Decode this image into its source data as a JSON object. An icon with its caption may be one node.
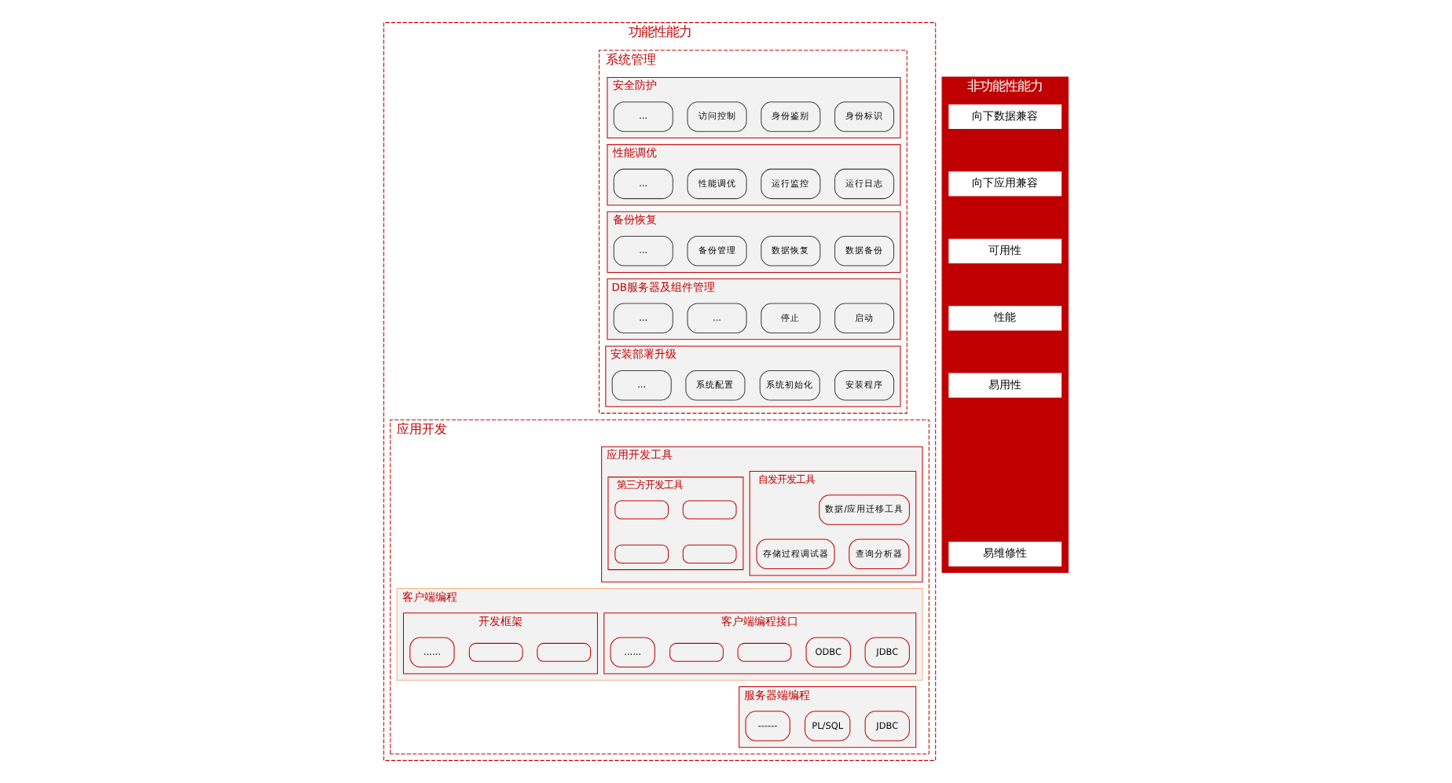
{
  "diagram": {
    "nodes": [
      {
        "text": [
          "功能性能力"
        ]
      },
      {
        "text": [
          "系统管理"
        ],
        "in": 0
      },
      {
        "text": [
          "安全防护"
        ],
        "in": 1
      },
      {
        "text": [
          "身份标识"
        ],
        "in": 2
      },
      {
        "text": [
          "身份鉴别"
        ],
        "in": 2
      },
      {
        "text": [
          "访问控制"
        ],
        "in": 2
      },
      {
        "text": [
          "..."
        ],
        "in": 2
      },
      {
        "text": [
          "性能调优"
        ],
        "in": 1
      },
      {
        "text": [
          "运行日志"
        ],
        "in": 7
      },
      {
        "text": [
          "运行监控"
        ],
        "in": 7
      },
      {
        "text": [
          "性能调优"
        ],
        "in": 7
      },
      {
        "text": [
          "..."
        ],
        "in": 7
      },
      {
        "text": [
          "备份恢复"
        ],
        "in": 1
      },
      {
        "text": [
          "数据备份"
        ],
        "in": 12
      },
      {
        "text": [
          "数据恢复"
        ],
        "in": 12
      },
      {
        "text": [
          "备份管理"
        ],
        "in": 12
      },
      {
        "text": [
          "..."
        ],
        "in": 12
      },
      {
        "text": [
          "DB服务器及组件管理"
        ],
        "in": 1
      },
      {
        "text": [
          "启动"
        ],
        "in": 17
      },
      {
        "text": [
          "停止"
        ],
        "in": 17
      },
      {
        "text": [
          "..."
        ],
        "in": 17
      },
      {
        "text": [
          "..."
        ],
        "in": 17
      },
      {
        "text": [
          "安装部署升级"
        ],
        "in": 1
      },
      {
        "text": [
          "安装程序"
        ],
        "in": 22
      },
      {
        "text": [
          "系统初始化"
        ],
        "in": 22
      },
      {
        "text": [
          "系统配置"
        ],
        "in": 22
      },
      {
        "text": [
          "..."
        ],
        "in": 22
      },
      {
        "text": [
          "应用开发"
        ],
        "in": 0
      },
      {
        "text": [
          "应用开发工具"
        ],
        "in": 27
      },
      {
        "text": [
          "自发开发工具"
        ],
        "in": 28
      },
      {
        "text": [
          "数据/应用迁移工具"
        ],
        "in": 29
      },
      {
        "text": [
          "查询分析器"
        ],
        "in": 29
      },
      {
        "text": [
          "存储过程调试器"
        ],
        "in": 29
      },
      {
        "text": [
          "第三方开发工具"
        ],
        "in": 28
      },
      {
        "text": [],
        "shape": "box",
        "in": 33
      },
      {
        "text": [],
        "shape": "box",
        "in": 33
      },
      {
        "text": [],
        "shape": "box",
        "in": 33
      },
      {
        "text": [],
        "shape": "box",
        "in": 33
      },
      {
        "text": [
          "客户端编程"
        ],
        "in": 27
      },
      {
        "text": [
          "客户端编程接口"
        ],
        "in": 38
      },
      {
        "text": [
          "JDBC"
        ],
        "in": 39
      },
      {
        "text": [
          "ODBC"
        ],
        "in": 39
      },
      {
        "text": [],
        "shape": "box",
        "in": 39
      },
      {
        "text": [],
        "shape": "box",
        "in": 39
      },
      {
        "text": [
          "......"
        ],
        "in": 39
      },
      {
        "text": [
          "开发框架"
        ],
        "in": 38
      },
      {
        "text": [],
        "shape": "box",
        "in": 45
      },
      {
        "text": [],
        "shape": "box",
        "in": 45
      },
      {
        "text": [
          "......"
        ],
        "in": 45
      },
      {
        "text": [
          "服务器端编程"
        ],
        "in": 27
      },
      {
        "text": [
          "JDBC"
        ],
        "in": 49
      },
      {
        "text": [
          "PL/SQL"
        ],
        "in": 49
      },
      {
        "text": [
          "------"
        ],
        "in": 49
      },
      {
        "text": [
          "非功能性能力"
        ]
      },
      {
        "text": [
          "向下数据兼容"
        ],
        "in": 53
      },
      {
        "text": [
          "向下应用兼容"
        ],
        "in": 53
      },
      {
        "text": [
          "可用性"
        ],
        "in": 53
      },
      {
        "text": [
          "性能"
        ],
        "in": 53
      },
      {
        "text": [
          "易用性"
        ],
        "in": 53
      },
      {
        "text": [
          "易维修性"
        ],
        "in": 53
      }
    ],
    "edges": []
  }
}
